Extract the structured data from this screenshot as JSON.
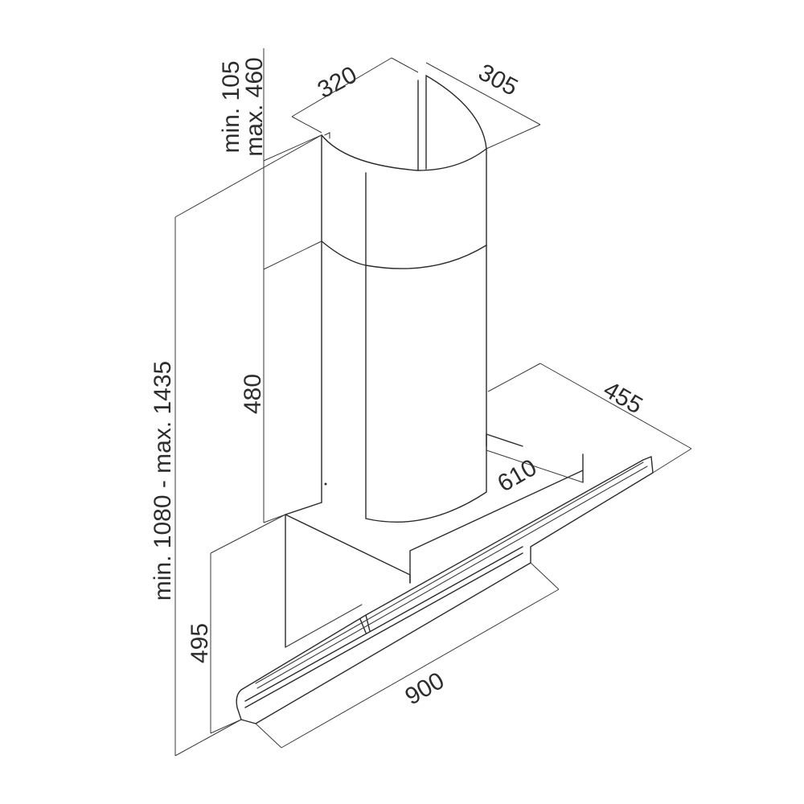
{
  "dimensions": {
    "height_range": "min. 1080 - max. 1435",
    "chimney_extension_min": "min. 105",
    "chimney_extension_max": "max. 460",
    "chimney_width": "320",
    "chimney_depth": "305",
    "chimney_height": "480",
    "body_height": "495",
    "hood_depth": "455",
    "hood_inner_width": "610",
    "hood_width": "900"
  },
  "colors": {
    "line": "#2b2b2b",
    "background": "#ffffff"
  }
}
